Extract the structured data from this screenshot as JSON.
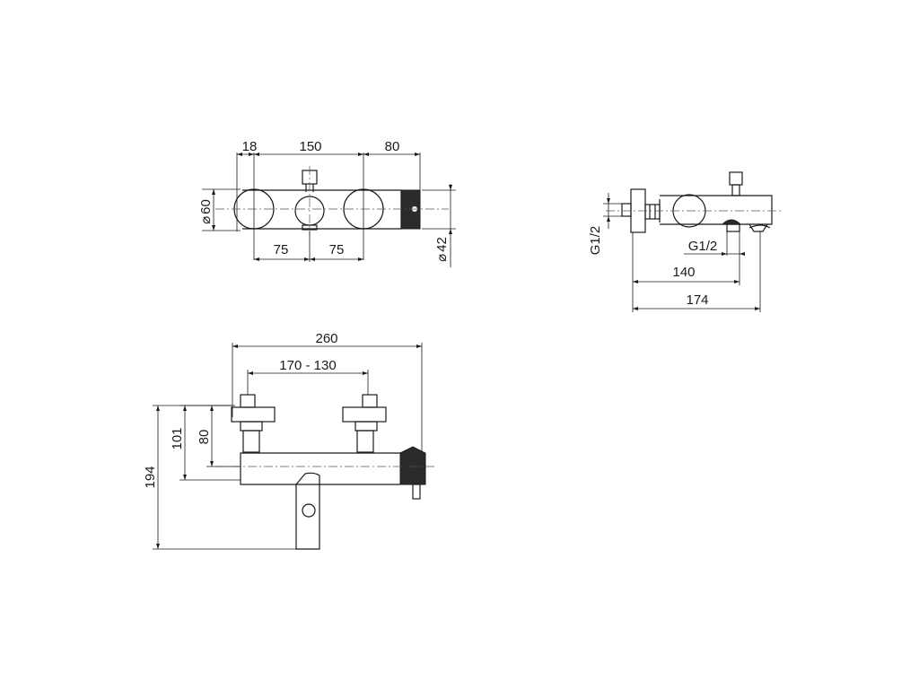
{
  "top_view": {
    "dim_18": "18",
    "dim_150": "150",
    "dim_80": "80",
    "dim_d60": "60",
    "dim_d42": "42",
    "dim_75_left": "75",
    "dim_75_right": "75",
    "diameter_symbol": "⌀"
  },
  "side_view": {
    "thread_left": "G1/2",
    "thread_outlet": "G1/2",
    "dim_140": "140",
    "dim_174": "174"
  },
  "front_view": {
    "dim_260": "260",
    "dim_centers": "170 - 130",
    "dim_194": "194",
    "dim_101": "101",
    "dim_80": "80"
  }
}
